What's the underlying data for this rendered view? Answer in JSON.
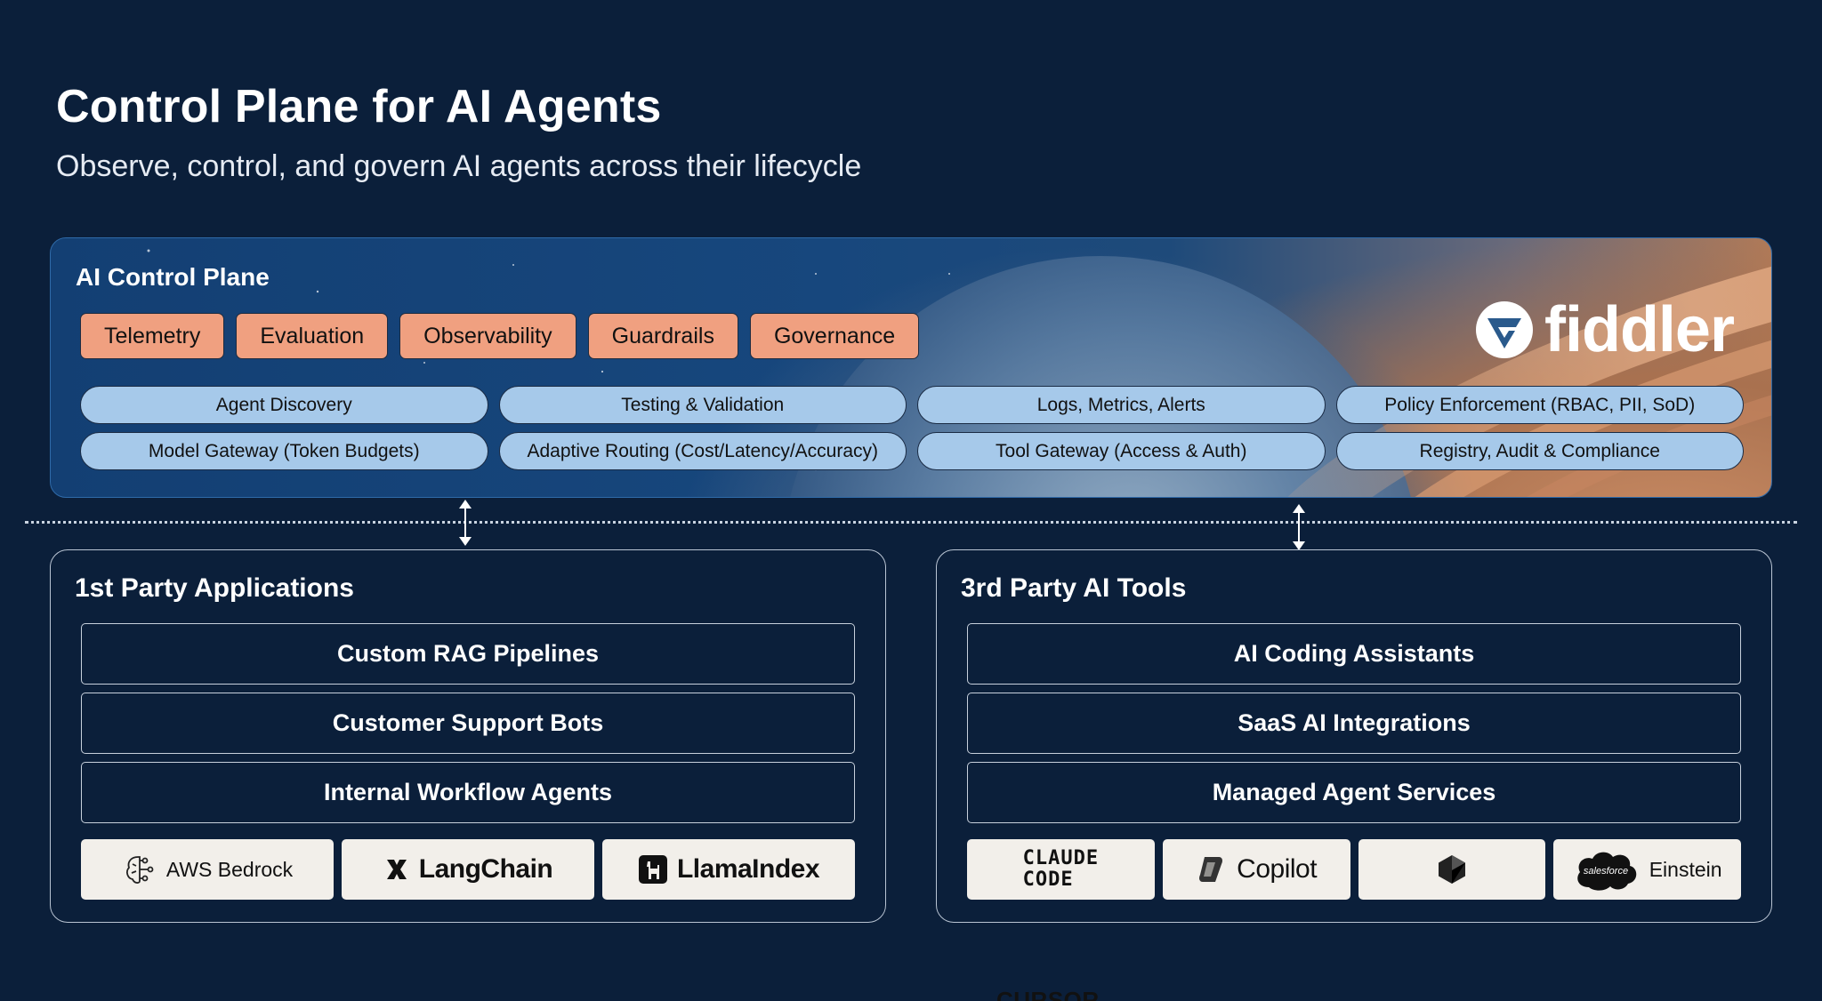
{
  "header": {
    "title": "Control Plane for AI Agents",
    "subtitle": "Observe, control, and govern AI agents across their lifecycle"
  },
  "control_plane": {
    "title": "AI Control Plane",
    "brand": "fiddler",
    "pillars": [
      "Telemetry",
      "Evaluation",
      "Observability",
      "Guardrails",
      "Governance"
    ],
    "capabilities": [
      "Agent Discovery",
      "Testing & Validation",
      "Logs, Metrics, Alerts",
      "Policy Enforcement (RBAC, PII, SoD)",
      "Model Gateway (Token Budgets)",
      "Adaptive Routing (Cost/Latency/Accuracy)",
      "Tool Gateway (Access & Auth)",
      "Registry, Audit & Compliance"
    ]
  },
  "first_party": {
    "title": "1st Party Applications",
    "items": [
      "Custom RAG Pipelines",
      "Customer Support Bots",
      "Internal Workflow Agents"
    ],
    "logos": [
      {
        "name": "AWS Bedrock",
        "icon": "brain-circuit-icon"
      },
      {
        "name": "LangChain",
        "icon": "langchain-icon"
      },
      {
        "name": "LlamaIndex",
        "icon": "llama-icon"
      }
    ]
  },
  "third_party": {
    "title": "3rd Party AI Tools",
    "items": [
      "AI Coding Assistants",
      "SaaS AI Integrations",
      "Managed Agent Services"
    ],
    "logos": [
      {
        "name": "CLAUDE CODE",
        "line1": "CLAUDE",
        "line2": "CODE"
      },
      {
        "name": "Copilot",
        "icon": "copilot-icon"
      },
      {
        "name": "CURSOR",
        "icon": "cursor-cube-icon"
      },
      {
        "name": "Einstein",
        "icon": "salesforce-cloud-icon",
        "badge": "salesforce"
      }
    ]
  },
  "colors": {
    "background": "#0b1f3a",
    "pillar": "#f0a080",
    "capability": "#a6c9ea",
    "logo_tile": "#f2efea"
  }
}
